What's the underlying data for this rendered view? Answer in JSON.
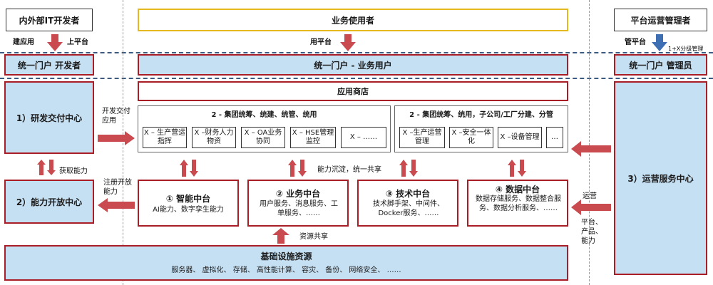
{
  "top": {
    "dev": "内外部IT开发者",
    "biz": "业务使用者",
    "ops": "平台运营管理者"
  },
  "mid_labels": {
    "build": "建应用",
    "onplatform": "上平台",
    "use": "用平台",
    "manage": "管平台",
    "level": "1+X分级管理"
  },
  "portal": {
    "dev": "统一门户 开发者",
    "biz": "统一门户 - 业务用户",
    "ops": "统一门户 管理员"
  },
  "left": {
    "rd": "1）研发交付中心",
    "cap": "2）能力开放中心",
    "deliver": "开发交付应用",
    "get_cap": "获取能力",
    "register": "注册开放能力"
  },
  "right": {
    "ops_center": "3）运营服务中心",
    "operate": "运营",
    "ops_targets": "平台、产品、能力"
  },
  "store": "应用商店",
  "group_left": {
    "title": "2 - 集团统筹、统建、统管、统用",
    "items": [
      "X – 生产营运指挥",
      "X –财务人力物资",
      "X – OA业务协同",
      "X – HSE管理监控",
      "X – ……"
    ]
  },
  "group_right": {
    "title": "2 - 集团统筹、统用，子公司/工厂分建、分管",
    "items": [
      "X –生产运营管理",
      "X –安全一体化",
      "X –设备管理",
      "…"
    ]
  },
  "capability_label": "能力沉淀，统一共享",
  "resource_share": "资源共享",
  "middle": [
    {
      "title": "① 智能中台",
      "desc": "AI能力、数字孪生能力"
    },
    {
      "title": "② 业务中台",
      "desc": "用户服务、消息服务、工单服务、……"
    },
    {
      "title": "③ 技术中台",
      "desc": "技术脚手架、中间件、Docker服务、……"
    },
    {
      "title": "④ 数据中台",
      "desc": "数据存储服务、数据整合服务、数据分析服务、……"
    }
  ],
  "infra": {
    "title": "基础设施资源",
    "desc": "服务器、 虚拟化、 存储、 高性能计算、 容灾、 备份、 网络安全、 ……"
  },
  "colors": {
    "red": "#a81d26",
    "arrow": "#c94a4f",
    "light_blue": "#c6e0f3",
    "yellow": "#e6b820",
    "blue_arrow": "#3f6fb3"
  }
}
